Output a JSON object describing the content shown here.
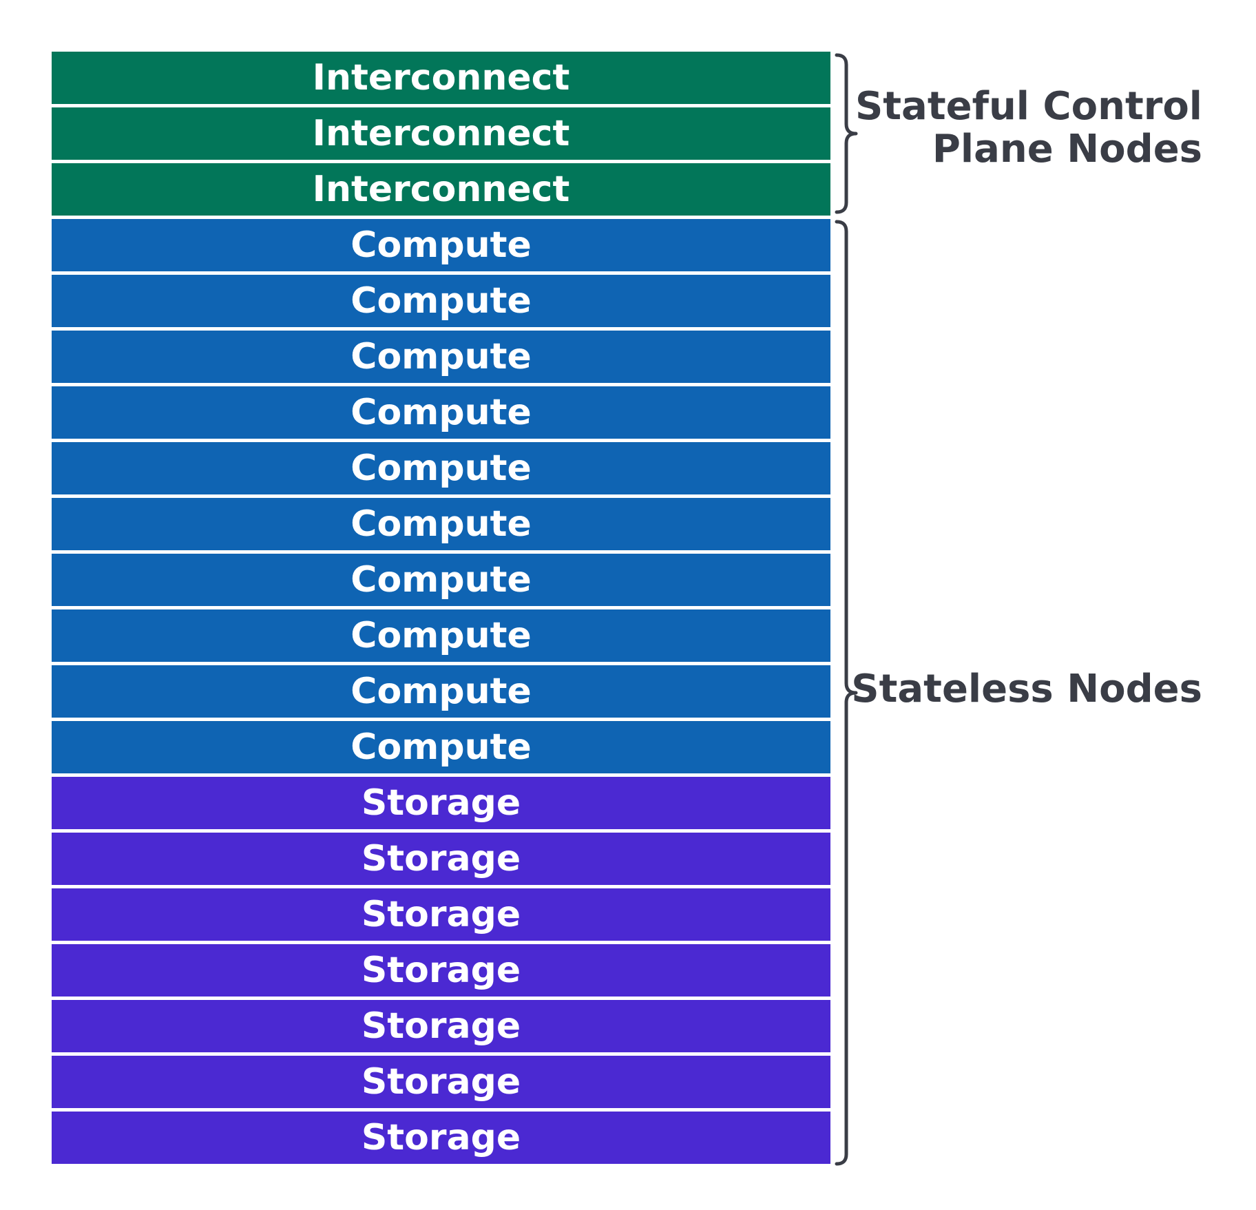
{
  "colors": {
    "interconnect": "#027659",
    "compute": "#0f64b3",
    "storage": "#4b29d2",
    "brace": "#3a3d46"
  },
  "nodes": [
    {
      "label": "Interconnect",
      "kind": "interconnect"
    },
    {
      "label": "Interconnect",
      "kind": "interconnect"
    },
    {
      "label": "Interconnect",
      "kind": "interconnect"
    },
    {
      "label": "Compute",
      "kind": "compute"
    },
    {
      "label": "Compute",
      "kind": "compute"
    },
    {
      "label": "Compute",
      "kind": "compute"
    },
    {
      "label": "Compute",
      "kind": "compute"
    },
    {
      "label": "Compute",
      "kind": "compute"
    },
    {
      "label": "Compute",
      "kind": "compute"
    },
    {
      "label": "Compute",
      "kind": "compute"
    },
    {
      "label": "Compute",
      "kind": "compute"
    },
    {
      "label": "Compute",
      "kind": "compute"
    },
    {
      "label": "Compute",
      "kind": "compute"
    },
    {
      "label": "Storage",
      "kind": "storage"
    },
    {
      "label": "Storage",
      "kind": "storage"
    },
    {
      "label": "Storage",
      "kind": "storage"
    },
    {
      "label": "Storage",
      "kind": "storage"
    },
    {
      "label": "Storage",
      "kind": "storage"
    },
    {
      "label": "Storage",
      "kind": "storage"
    },
    {
      "label": "Storage",
      "kind": "storage"
    }
  ],
  "groups": {
    "stateful": {
      "lines": [
        "Stateful Control",
        "Plane Nodes"
      ]
    },
    "stateless": {
      "lines": [
        "Stateless Nodes"
      ]
    }
  }
}
